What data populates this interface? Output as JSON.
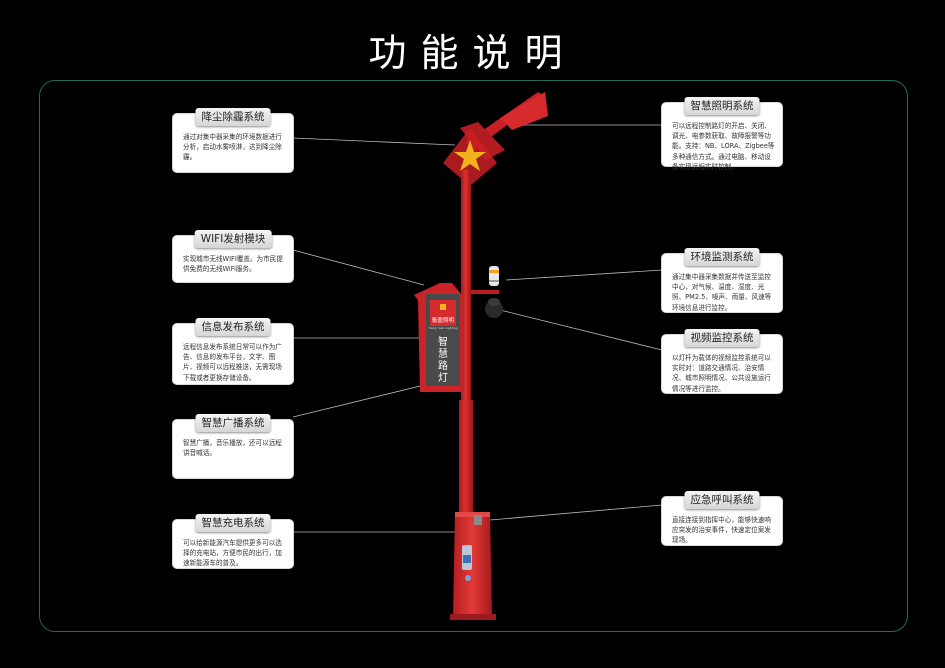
{
  "page": {
    "title": "功能说明"
  },
  "pole": {
    "signboard_logo_cn": "衡盈照明",
    "signboard_logo_en": "Heng Yuan Lighting",
    "signboard_text": "智慧路灯"
  },
  "colors": {
    "pole_red": "#d6262a",
    "pole_dark_red": "#a81a1e",
    "star_gold": "#f2b21b",
    "frame_border": "#1f6a5c",
    "leader_line": "#bdbdbd"
  },
  "cards": {
    "dust": {
      "title": "降尘除霾系统",
      "body": "通过对集中器采集的环境数据进行分析，启动水雾喷淋，达到降尘除霾。"
    },
    "wifi": {
      "title": "WIFI发射模块",
      "body": "实现城市无线WIFI覆盖。为市民提供免费的无线WiFi服务。"
    },
    "info": {
      "title": "信息发布系统",
      "body": "远程信息发布系统日常可以作为广告、信息的发布平台，文字、图片、视频可以远程推送，无需现场下载或者更换存储设备。"
    },
    "broadcast": {
      "title": "智慧广播系统",
      "body": "智慧广播，音乐播放，还可以远程讲音喊话。"
    },
    "charge": {
      "title": "智慧充电系统",
      "body": "可以给新能源汽车提供更多可以选择的充电站，方便市民的出行，加速新能源车的普及。"
    },
    "lighting": {
      "title": "智慧照明系统",
      "body": "可以远程控制路灯的开启、关闭、调光、电参数获取、故障报警等功能。支持：NB、LORA、Zigbee等多种通信方式。通过电脑、移动设备实现远程实时控制。"
    },
    "env": {
      "title": "环境监测系统",
      "body": "通过集中器采集数据并传送至监控中心，对气候、温度、湿度、光照、PM2.5、噪声、雨量、风速等环境信息进行监控。"
    },
    "video": {
      "title": "视频监控系统",
      "body": "以灯杆为载体的视频监控系统可以实时对：道路交通情况、治安情况、城市照明情况、公共设施运行情况等进行监控。"
    },
    "emergency": {
      "title": "应急呼叫系统",
      "body": "直接连接到指挥中心，能够快速响应突发的治安事件，快速定位案发现场。"
    }
  }
}
